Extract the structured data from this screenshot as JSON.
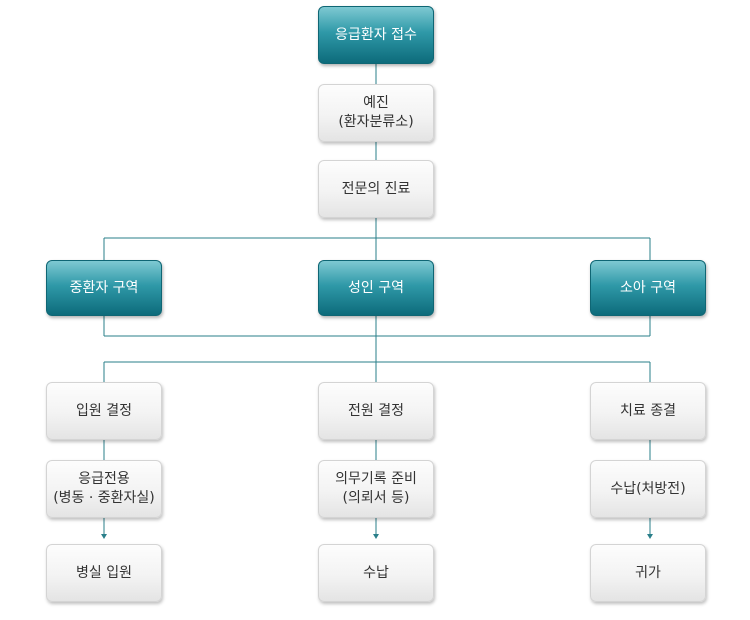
{
  "colors": {
    "line": "#2a7f8a",
    "dark_box_top": "#7ec9d2",
    "dark_box_bottom": "#0d6b7b",
    "light_box": "#f3f3f3"
  },
  "nodes": {
    "intake": "응급환자 접수",
    "triage_line1": "예진",
    "triage_line2": "(환자분류소)",
    "specialist": "전문의 진료",
    "severe_zone": "중환자 구역",
    "adult_zone": "성인 구역",
    "pediatric_zone": "소아 구역",
    "admission_decision": "입원 결정",
    "er_ward_line1": "응급전용",
    "er_ward_line2": "(병동 · 중환자실)",
    "ward_admission": "병실 입원",
    "transfer_decision": "전원 결정",
    "records_line1": "의무기록 준비",
    "records_line2": "(의뢰서 등)",
    "payment": "수납",
    "treatment_end": "치료 종결",
    "payment_prescription": "수납(처방전)",
    "go_home": "귀가"
  }
}
